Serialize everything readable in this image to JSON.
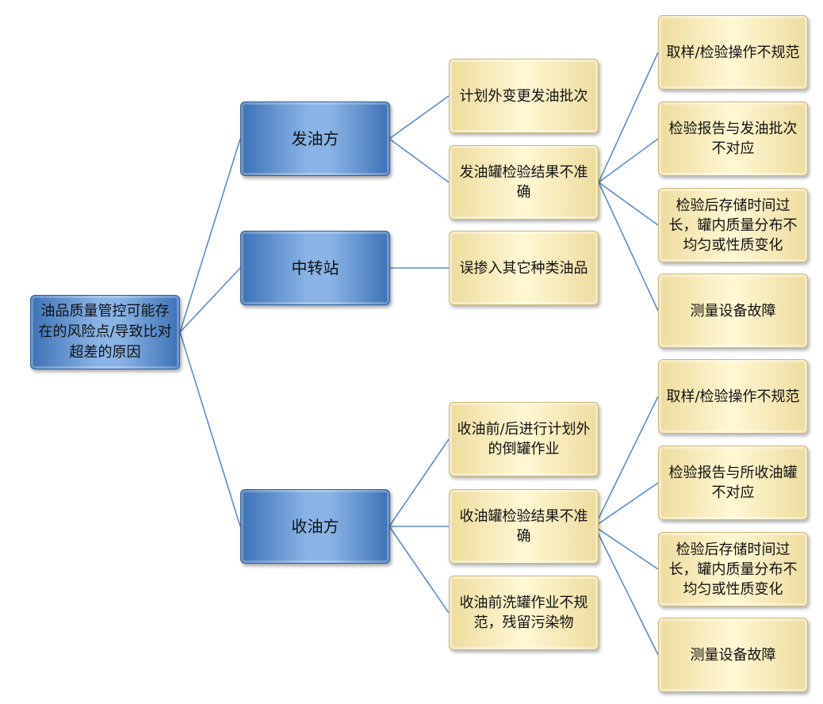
{
  "root": {
    "label": "油品质量管控可能存在的风险点/导致比对超差的原因"
  },
  "branches": {
    "sender": {
      "label": "发油方",
      "cause_plan_change": "计划外变更发油批次",
      "cause_tank_result": "发油罐检验结果不准确",
      "sub": {
        "sampling": "取样/检验操作不规范",
        "report_mismatch": "检验报告与发油批次不对应",
        "storage_long": "检验后存储时间过长，罐内质量分布不均匀或性质变化",
        "equipment_fault": "测量设备故障"
      }
    },
    "transfer": {
      "label": "中转站",
      "cause_mixing": "误掺入其它种类油品"
    },
    "receiver": {
      "label": "收油方",
      "cause_tank_switch": "收油前/后进行计划外的倒罐作业",
      "cause_tank_result": "收油罐检验结果不准确",
      "cause_cleaning": "收油前洗罐作业不规范，残留污染物",
      "sub": {
        "sampling": "取样/检验操作不规范",
        "report_mismatch": "检验报告与所收油罐不对应",
        "storage_long": "检验后存储时间过长，罐内质量分布不均匀或性质变化",
        "equipment_fault": "测量设备故障"
      }
    }
  },
  "colors": {
    "connector": "#5b8dc8",
    "blue_box": "#4f81bd",
    "cream_box": "#fff5cc"
  }
}
